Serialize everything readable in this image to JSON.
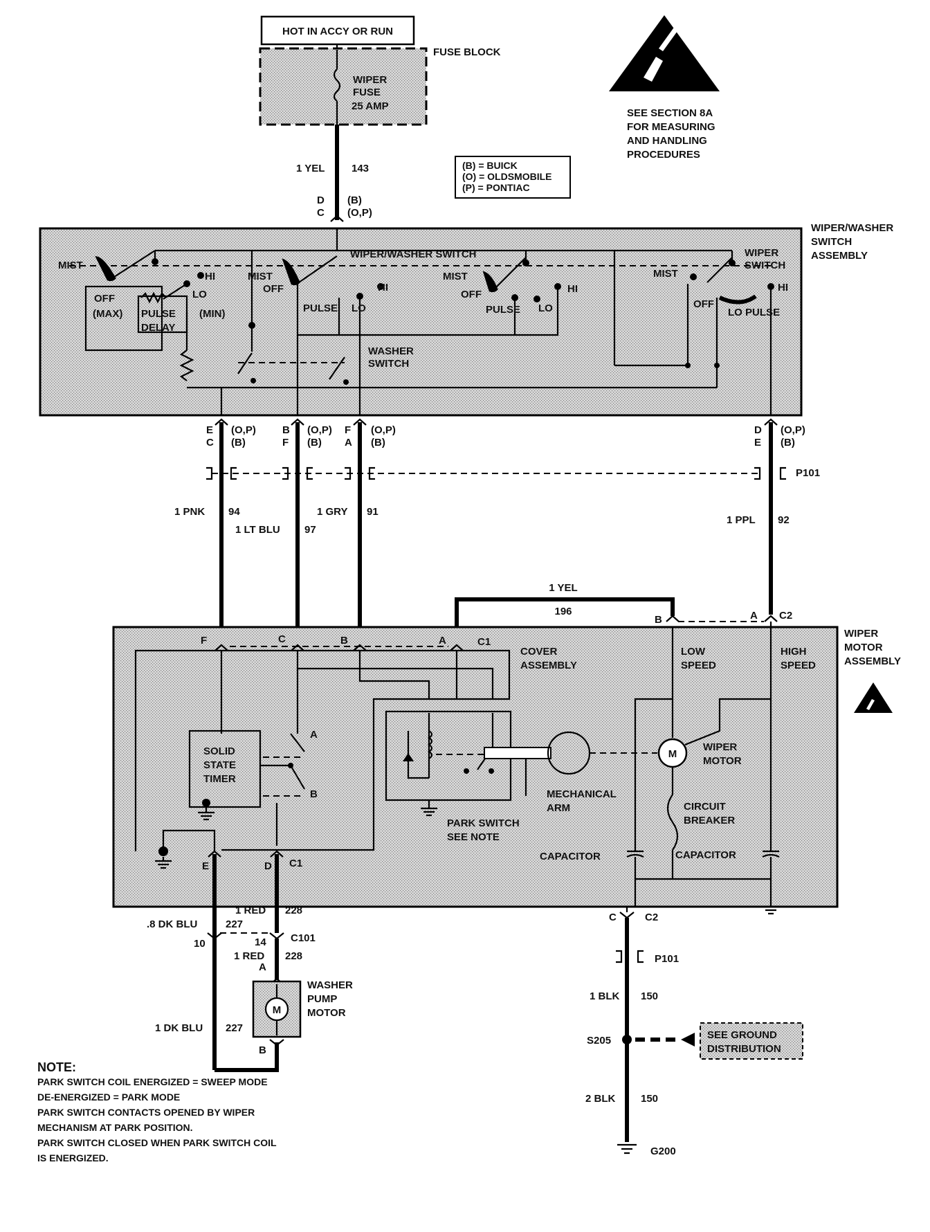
{
  "power_label": "HOT IN ACCY OR RUN",
  "fuse_block": {
    "title": "FUSE BLOCK",
    "fuse_l1": "WIPER",
    "fuse_l2": "FUSE",
    "fuse_l3": "25 AMP"
  },
  "esd_note": [
    "SEE SECTION 8A",
    "FOR MEASURING",
    "AND HANDLING",
    "PROCEDURES"
  ],
  "make_legend": [
    "(B) = BUICK",
    "(O) = OLDSMOBILE",
    "(P) = PONTIAC"
  ],
  "feed_wire": {
    "gauge_color": "1 YEL",
    "circuit": "143",
    "pin_a": "D",
    "pin_b": "C",
    "note_a": "(B)",
    "note_b": "(O,P)"
  },
  "switch_assembly": {
    "title": [
      "WIPER/WASHER",
      "SWITCH",
      "ASSEMBLY"
    ],
    "center_label": "WIPER/WASHER SWITCH",
    "right_label": [
      "WIPER",
      "SWITCH"
    ],
    "washer_label": [
      "WASHER",
      "SWITCH"
    ],
    "mist": "MIST",
    "off": "OFF",
    "hi": "HI",
    "lo": "LO",
    "pulse": "PULSE",
    "max": "(MAX)",
    "min": "(MIN)",
    "delay": "DELAY",
    "lo_pulse": "LO PULSE"
  },
  "wires": [
    {
      "pins_top": "E",
      "pins_bot": "C",
      "note_top": "(O,P)",
      "note_bot": "(B)",
      "color": "1 PNK",
      "circuit": "94"
    },
    {
      "pins_top": "B",
      "pins_bot": "F",
      "note_top": "(O,P)",
      "note_bot": "(B)",
      "color": "1 LT BLU",
      "circuit": "97"
    },
    {
      "pins_top": "F",
      "pins_bot": "A",
      "note_top": "(O,P)",
      "note_bot": "(B)",
      "color": "1 GRY",
      "circuit": "91"
    },
    {
      "pins_top": "D",
      "pins_bot": "E",
      "note_top": "(O,P)",
      "note_bot": "(B)",
      "color": "1 PPL",
      "circuit": "92"
    }
  ],
  "connector_p101": "P101",
  "yel_jumper": {
    "color": "1 YEL",
    "circuit": "196"
  },
  "motor_assembly": {
    "title": [
      "WIPER",
      "MOTOR",
      "ASSEMBLY"
    ],
    "c1": "C1",
    "c2": "C2",
    "pin_f": "F",
    "pin_c": "C",
    "pin_b": "B",
    "pin_a": "A",
    "pin_b2": "B",
    "pin_a2": "A",
    "pin_e": "E",
    "pin_d": "D",
    "cover": [
      "COVER",
      "ASSEMBLY"
    ],
    "low_speed": [
      "LOW",
      "SPEED"
    ],
    "high_speed": [
      "HIGH",
      "SPEED"
    ],
    "timer": [
      "SOLID",
      "STATE",
      "TIMER"
    ],
    "relay_a": "A",
    "relay_b": "B",
    "wiper_motor": [
      "WIPER",
      "MOTOR"
    ],
    "mech_arm": [
      "MECHANICAL",
      "ARM"
    ],
    "circuit_breaker": [
      "CIRCUIT",
      "BREAKER"
    ],
    "park_switch": [
      "PARK SWITCH",
      "SEE NOTE"
    ],
    "capacitor": "CAPACITOR",
    "motor_symbol": "M"
  },
  "lower_left": {
    "red_color": "1 RED",
    "red_circuit": "228",
    "dkblu_color": ".8 DK BLU",
    "dkblu_circuit": "227",
    "c101": "C101",
    "pin_10": "10",
    "pin_14": "14",
    "red2_color": "1 RED",
    "red2_circuit": "228",
    "pin_a": "A",
    "pin_b": "B",
    "pump": [
      "WASHER",
      "PUMP",
      "MOTOR"
    ],
    "dkblu2_color": "1 DK BLU",
    "dkblu2_circuit": "227"
  },
  "lower_right": {
    "c_pin": "C",
    "c2": "C2",
    "p101": "P101",
    "blk1_color": "1 BLK",
    "blk1_circuit": "150",
    "splice": "S205",
    "ground_dist": [
      "SEE GROUND",
      "DISTRIBUTION"
    ],
    "blk2_color": "2 BLK",
    "blk2_circuit": "150",
    "ground": "G200"
  },
  "note": {
    "title": "NOTE:",
    "lines": [
      "PARK SWITCH COIL ENERGIZED = SWEEP MODE",
      "DE-ENERGIZED = PARK MODE",
      "PARK SWITCH CONTACTS OPENED BY WIPER",
      "MECHANISM AT PARK POSITION.",
      "PARK SWITCH  CLOSED WHEN PARK SWITCH COIL",
      "IS ENERGIZED."
    ]
  }
}
